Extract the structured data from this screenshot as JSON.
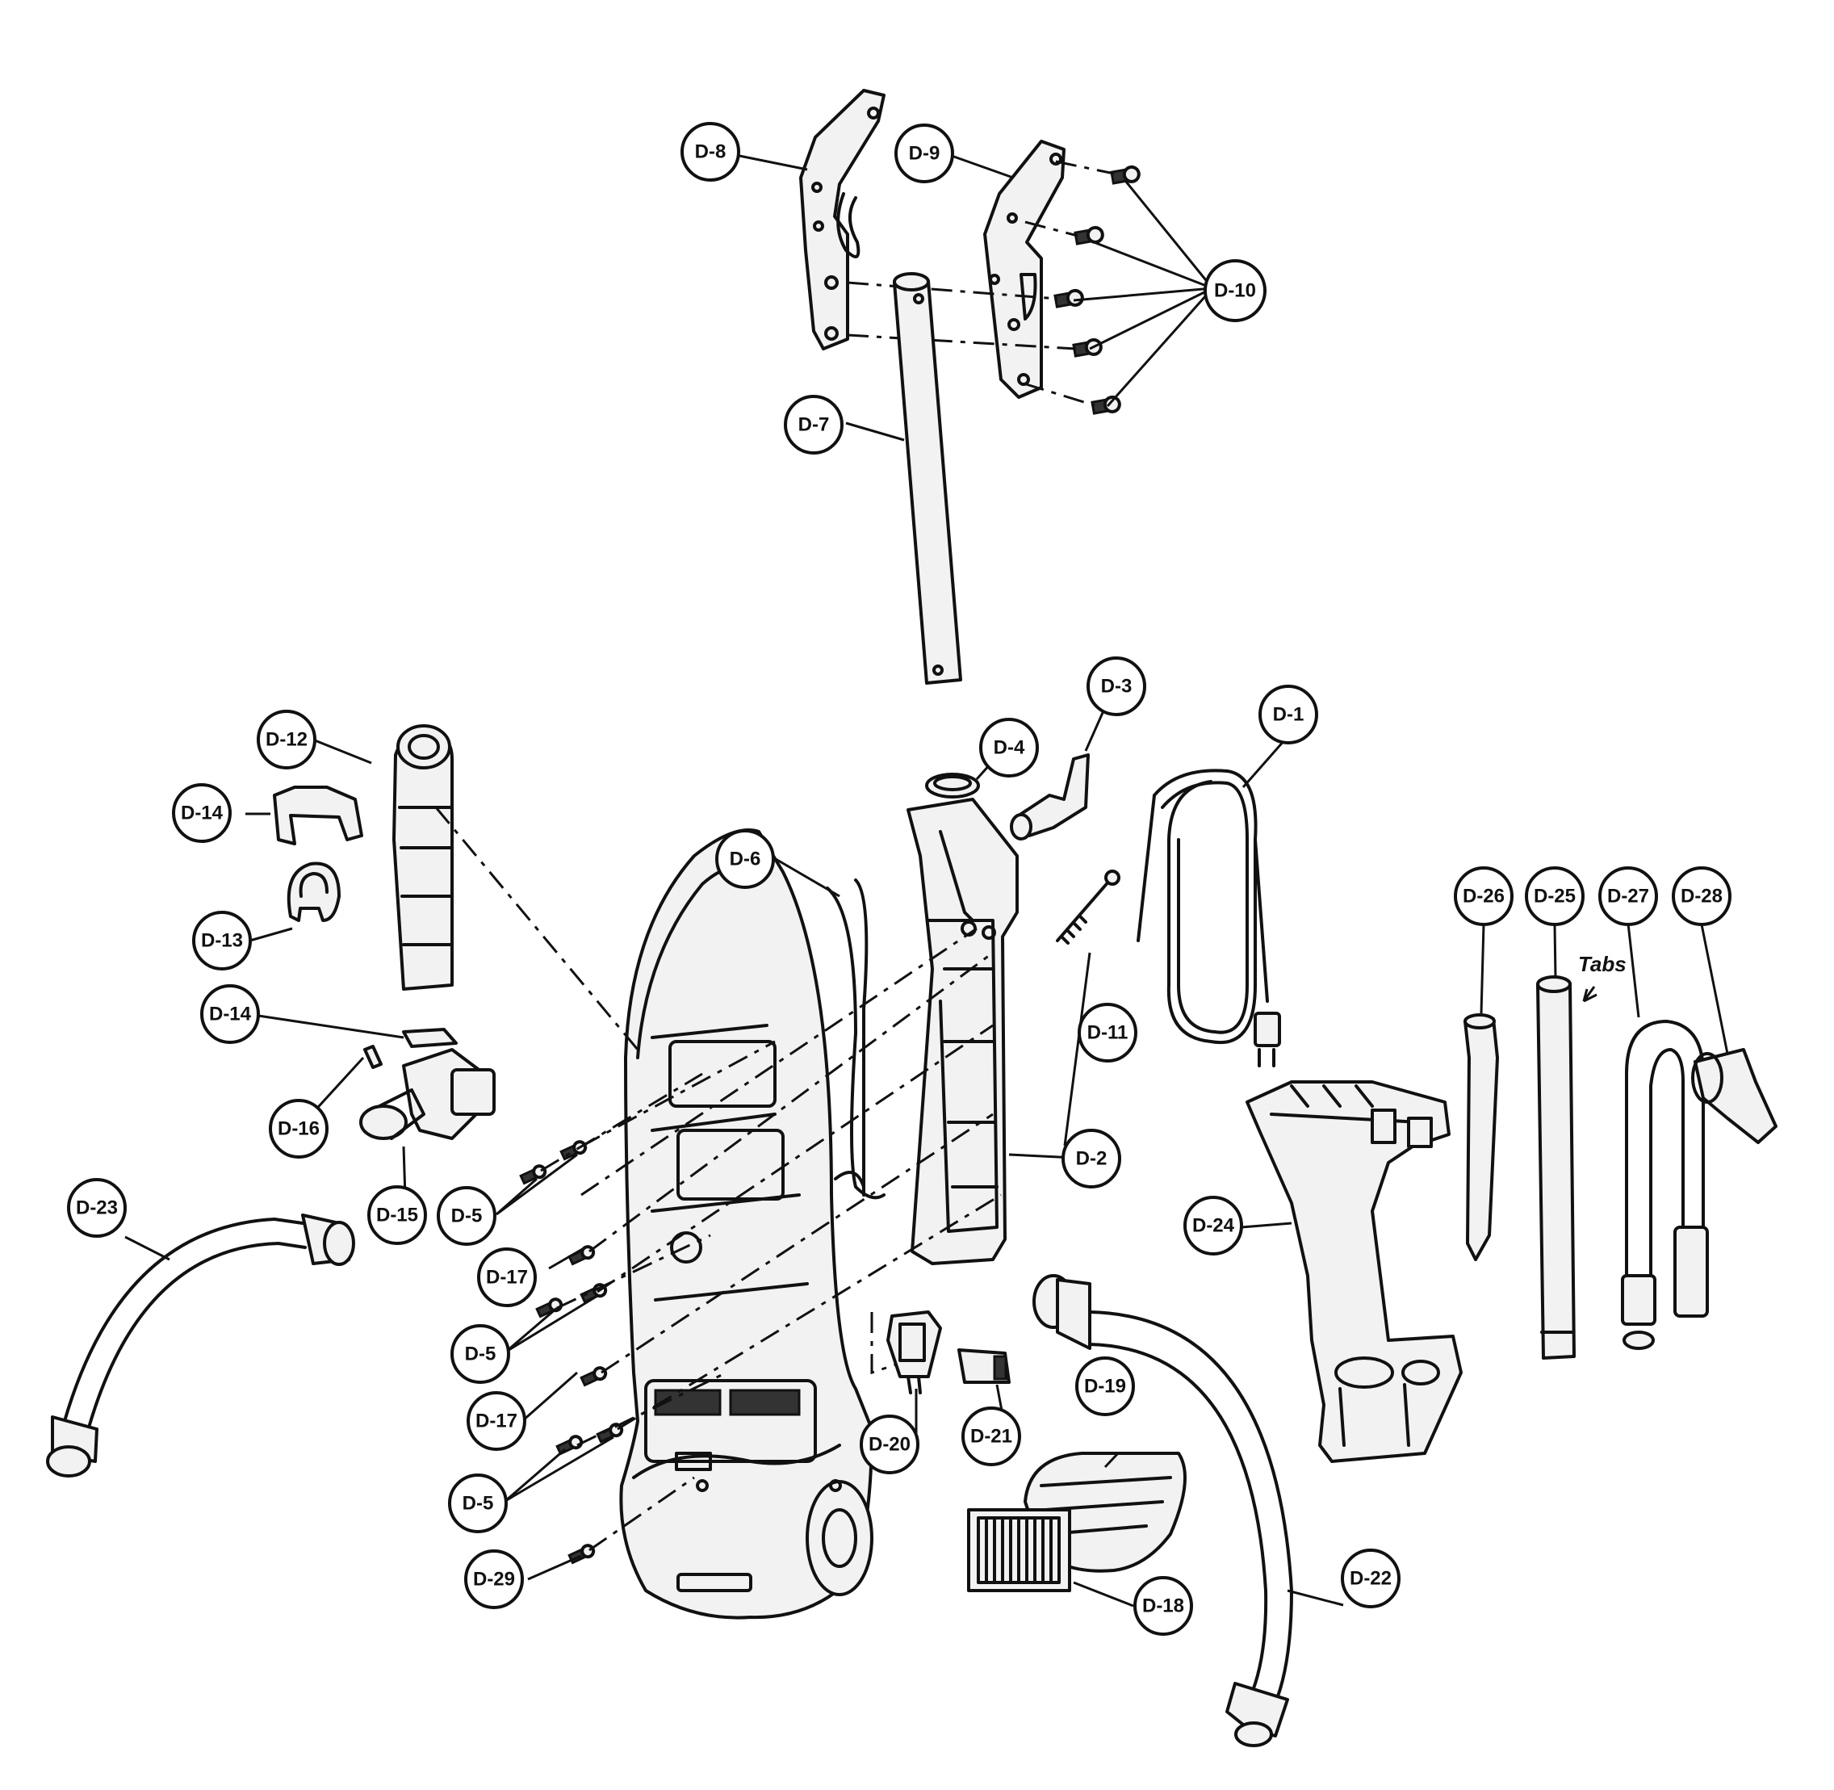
{
  "callouts": {
    "d1": "D-1",
    "d2": "D-2",
    "d3": "D-3",
    "d4": "D-4",
    "d5a": "D-5",
    "d5b": "D-5",
    "d5c": "D-5",
    "d6": "D-6",
    "d7": "D-7",
    "d8": "D-8",
    "d9": "D-9",
    "d10": "D-10",
    "d11": "D-11",
    "d12": "D-12",
    "d13": "D-13",
    "d14a": "D-14",
    "d14b": "D-14",
    "d15": "D-15",
    "d16": "D-16",
    "d17a": "D-17",
    "d17b": "D-17",
    "d18": "D-18",
    "d19": "D-19",
    "d20": "D-20",
    "d21": "D-21",
    "d22": "D-22",
    "d23": "D-23",
    "d24": "D-24",
    "d25": "D-25",
    "d26": "D-26",
    "d27": "D-27",
    "d28": "D-28",
    "d29": "D-29"
  },
  "annotations": {
    "tabs": "Tabs"
  }
}
